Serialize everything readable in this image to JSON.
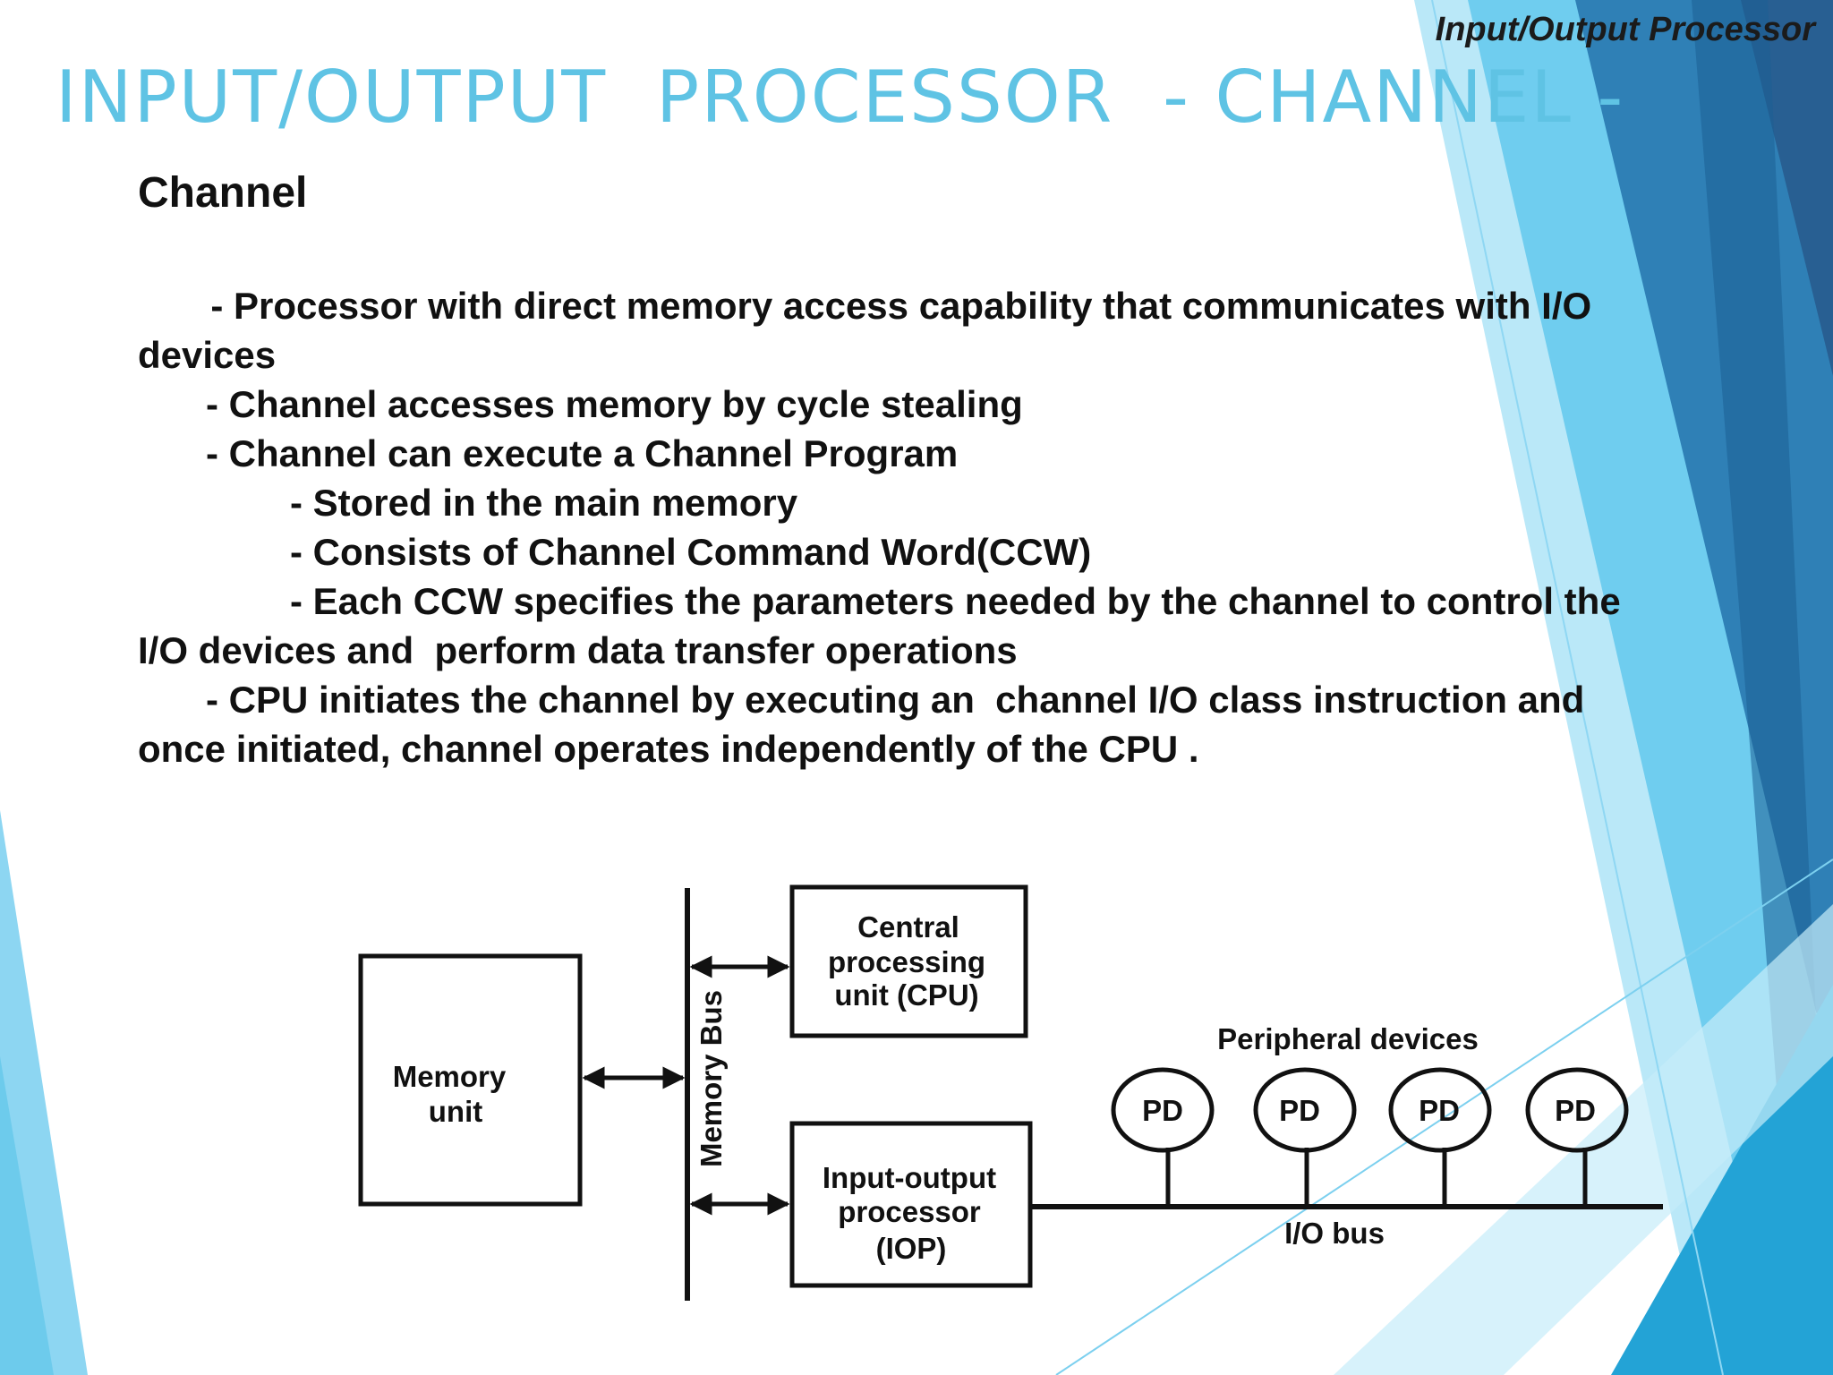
{
  "header": {
    "corner_label": "Input/Output Processor",
    "title": "INPUT/OUTPUT  PROCESSOR  - CHANNEL -"
  },
  "content": {
    "heading": "Channel",
    "lines": [
      "  - Processor with direct memory access capability that communicates with I/O",
      "devices",
      "- Channel accesses memory by cycle stealing",
      "- Channel can execute a Channel Program",
      "- Stored in the main memory",
      "- Consists of Channel Command Word(CCW)",
      "- Each CCW specifies the parameters needed by the channel to control the",
      "I/O devices and  perform data transfer operations",
      "- CPU initiates the channel by executing an  channel I/O class instruction and",
      "once initiated, channel operates independently of the CPU ."
    ]
  },
  "diagram": {
    "memory_unit": [
      "Memory",
      "unit"
    ],
    "memory_bus": "Memory Bus",
    "cpu": [
      "Central",
      "processing",
      "unit (CPU)"
    ],
    "iop": [
      "Input-output",
      "processor",
      "(IOP)"
    ],
    "peripheral_label": "Peripheral devices",
    "pd": [
      "PD",
      "PD",
      "PD",
      "PD"
    ],
    "io_bus": "I/O bus"
  },
  "colors": {
    "title": "#5fc3e4",
    "accent_dark": "#2a72a8",
    "accent_light": "#8ed4f0"
  }
}
